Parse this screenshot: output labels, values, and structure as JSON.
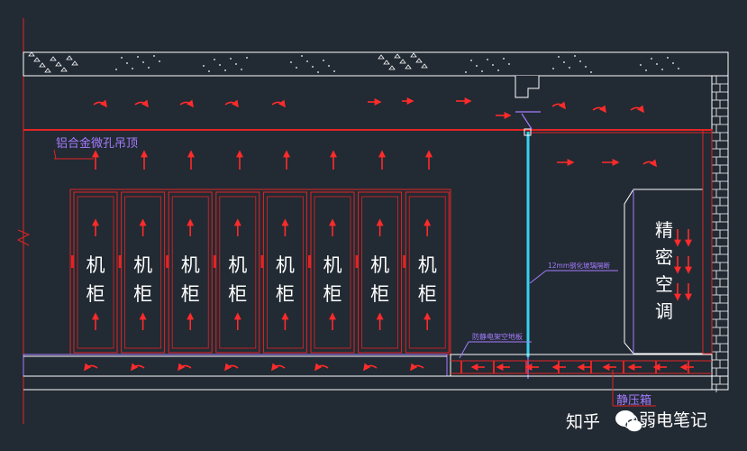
{
  "labels": {
    "ceiling": "铝合金微孔吊顶",
    "glass_partition": "12mm钢化玻璃隔断",
    "raised_floor": "防静电架空地板",
    "plenum_box": "静压箱",
    "watermark_platform": "知乎",
    "watermark_author": "@弱电笔记"
  },
  "cabinet_label": [
    "机",
    "柜"
  ],
  "cabinet_count": 8,
  "ac_label": [
    "精",
    "密",
    "空",
    "调"
  ],
  "colors": {
    "background": "#222a33",
    "outline": "#ffffff",
    "airflow": "#ff2b2b",
    "cabinet": "#e32424",
    "annotation": "#a57cff",
    "glass": "#35d2f0"
  }
}
